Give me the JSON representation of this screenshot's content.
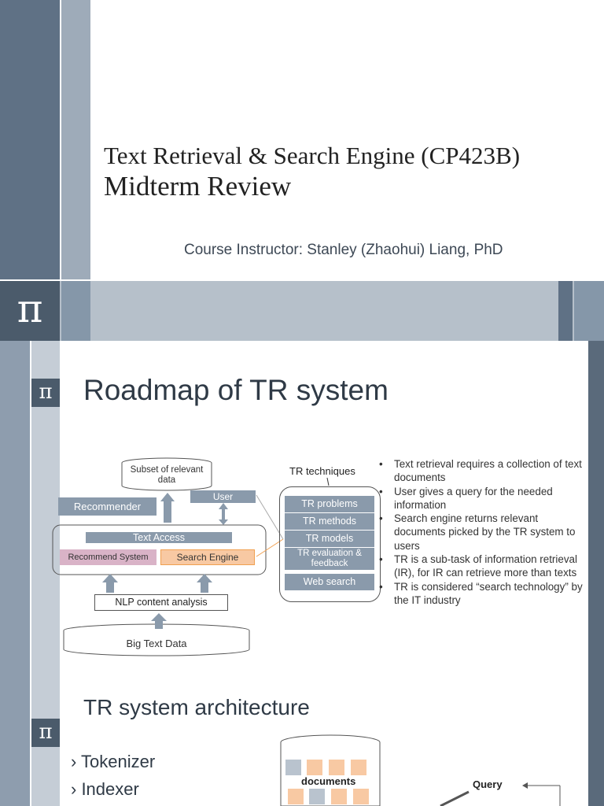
{
  "slide1": {
    "pi_symbol": "π",
    "title_line1": "Text Retrieval & Search Engine (CP423B)",
    "title_line2": "Midterm Review",
    "instructor": "Course Instructor: Stanley (Zhaohui) Liang, PhD"
  },
  "slide2": {
    "pi_symbol": "π",
    "title": "Roadmap of TR system",
    "diagram": {
      "subset": "Subset of relevant data",
      "recommender": "Recommender",
      "user": "User",
      "text_access": "Text Access",
      "recommend_system": "Recommend System",
      "search_engine": "Search Engine",
      "nlp": "NLP content analysis",
      "big_data": "Big Text Data"
    },
    "techniques": {
      "label": "TR techniques",
      "items": [
        "TR problems",
        "TR methods",
        "TR models",
        "TR evaluation & feedback",
        "Web search"
      ]
    },
    "bullets": [
      "Text retrieval requires a collection of text documents",
      "User gives a query for the needed information",
      "Search engine returns relevant documents picked by the TR system to users",
      "TR is a sub-task of information retrieval (IR), for IR can retrieve more than texts",
      "TR is considered “search technology” by the IT industry"
    ],
    "subtitle": "TR system architecture",
    "list": [
      "› Tokenizer",
      "› Indexer"
    ],
    "documents_label": "documents",
    "query_label": "Query"
  },
  "colors": {
    "slate_dark": "#4b5b6b",
    "slate_mid": "#8a9aab",
    "peach": "#f8c9a3",
    "pink": "#d9b3c7",
    "orange_line": "#f0a050"
  }
}
